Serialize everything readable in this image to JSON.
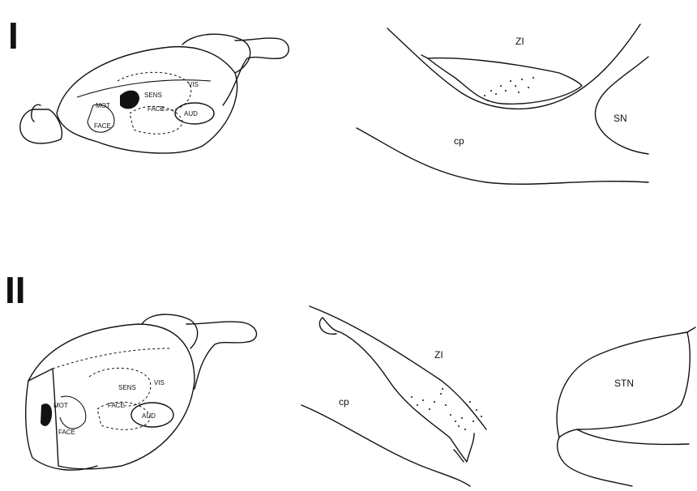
{
  "panels": [
    {
      "numeral": "I",
      "brain": {
        "labels": {
          "mot": "MOT",
          "face1": "FACE",
          "sens": "SENS",
          "face2": "FACE",
          "vis": "VIS",
          "aud": "AUD"
        }
      },
      "section": {
        "labels": {
          "zi": "ZI",
          "sn": "SN",
          "cp": "cp"
        }
      }
    },
    {
      "numeral": "II",
      "brain": {
        "labels": {
          "mot": "MOT",
          "face1": "FACE",
          "sens": "SENS",
          "face2": "FACE",
          "vis": "VIS",
          "aud": "AUD"
        }
      },
      "section": {
        "labels": {
          "zi": "ZI",
          "cp": "cp",
          "stn": "STN"
        }
      }
    }
  ]
}
